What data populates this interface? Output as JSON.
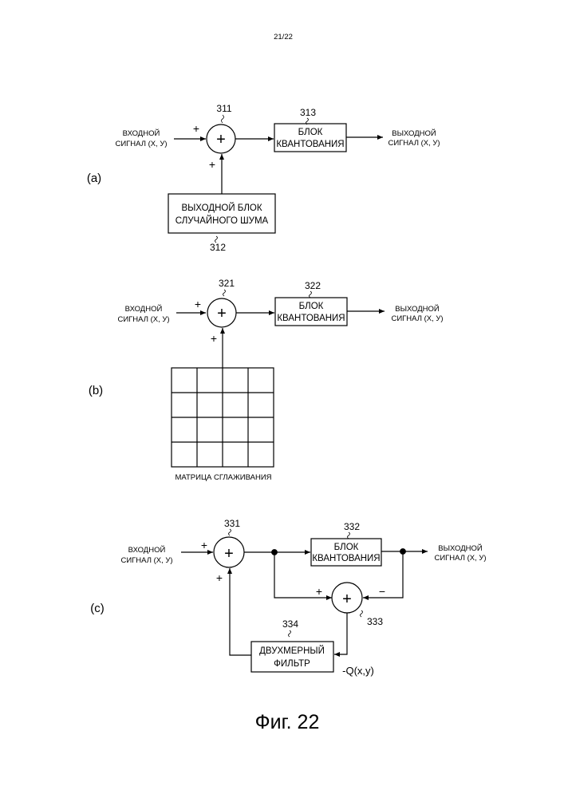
{
  "page_number": "21/22",
  "figure_caption": "Фиг. 22",
  "panel_a": {
    "label": "(a)",
    "input_label": [
      "ВХОДНОЙ",
      "СИГНАЛ (X, У)"
    ],
    "output_label": [
      "ВЫХОДНОЙ",
      "СИГНАЛ (X, У)"
    ],
    "adder_ref": "311",
    "adder_symbol": "+",
    "input_sign": "+",
    "lower_sign": "+",
    "quant_ref": "313",
    "quant_label": [
      "БЛОК",
      "КВАНТОВАНИЯ"
    ],
    "noise_ref": "312",
    "noise_label": [
      "ВЫХОДНОЙ БЛОК",
      "СЛУЧАЙНОГО ШУМА"
    ]
  },
  "panel_b": {
    "label": "(b)",
    "input_label": [
      "ВХОДНОЙ",
      "СИГНАЛ (X, У)"
    ],
    "output_label": [
      "ВЫХОДНОЙ",
      "СИГНАЛ (X, У)"
    ],
    "adder_ref": "321",
    "adder_symbol": "+",
    "input_sign": "+",
    "lower_sign": "+",
    "quant_ref": "322",
    "quant_label": [
      "БЛОК",
      "КВАНТОВАНИЯ"
    ],
    "matrix_label": "МАТРИЦА СГЛАЖИВАНИЯ",
    "matrix_rows": 4,
    "matrix_cols": 4
  },
  "panel_c": {
    "label": "(c)",
    "input_label": [
      "ВХОДНОЙ",
      "СИГНАЛ (X, У)"
    ],
    "output_label": [
      "ВЫХОДНОЙ",
      "СИГНАЛ (X, У)"
    ],
    "adder_ref": "331",
    "adder_symbol": "+",
    "input_sign": "+",
    "lower_sign": "+",
    "quant_ref": "332",
    "quant_label": [
      "БЛОК",
      "КВАНТОВАНИЯ"
    ],
    "sub_ref": "333",
    "sub_symbol": "+",
    "sub_plus_sign": "+",
    "sub_minus_sign": "−",
    "filter_ref": "334",
    "filter_label": [
      "ДВУХМЕРНЫЙ",
      "ФИЛЬТР"
    ],
    "error_label": "-Q(x,y)"
  }
}
